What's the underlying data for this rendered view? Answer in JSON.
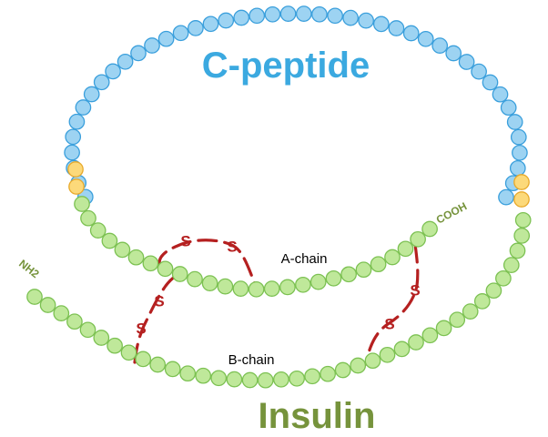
{
  "labels": {
    "c_peptide": "C-peptide",
    "insulin": "Insulin",
    "a_chain": "A-chain",
    "b_chain": "B-chain",
    "nh2": "NH2",
    "cooh": "COOH",
    "s": "S"
  },
  "colors": {
    "c_peptide": "#9dd3f2",
    "c_peptide_stroke": "#3a9fdc",
    "c_peptide_text": "#3ba9e0",
    "cleavage": "#fcd97a",
    "cleavage_stroke": "#e8a92a",
    "insulin": "#bfe89a",
    "insulin_stroke": "#7cc152",
    "insulin_text": "#76933c",
    "terminal_text": "#76933c",
    "bond": "#b52020",
    "sulfur_text": "#b52020",
    "chain_text": "#000000"
  }
}
